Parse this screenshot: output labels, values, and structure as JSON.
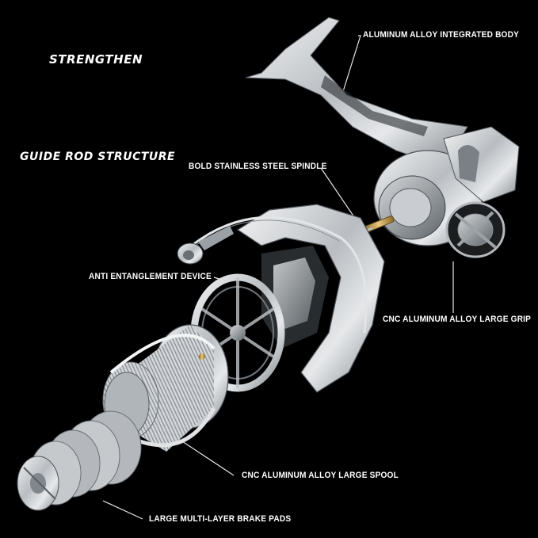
{
  "headings": {
    "strengthen": "STRENGTHEN",
    "guide_rod": "GUIDE ROD STRUCTURE"
  },
  "callouts": {
    "body": "ALUMINUM ALLOY INTEGRATED BODY",
    "spindle": "BOLD STAINLESS STEEL SPINDLE",
    "anti_tangle": "ANTI ENTANGLEMENT DEVICE",
    "grip": "CNC ALUMINUM ALLOY LARGE GRIP",
    "spool": "CNC ALUMINUM ALLOY LARGE SPOOL",
    "brake": "LARGE MULTI-LAYER BRAKE PADS"
  },
  "colors": {
    "background": "#000000",
    "text": "#ffffff",
    "metal": "#c8cbce",
    "brass": "#c9a45a"
  }
}
